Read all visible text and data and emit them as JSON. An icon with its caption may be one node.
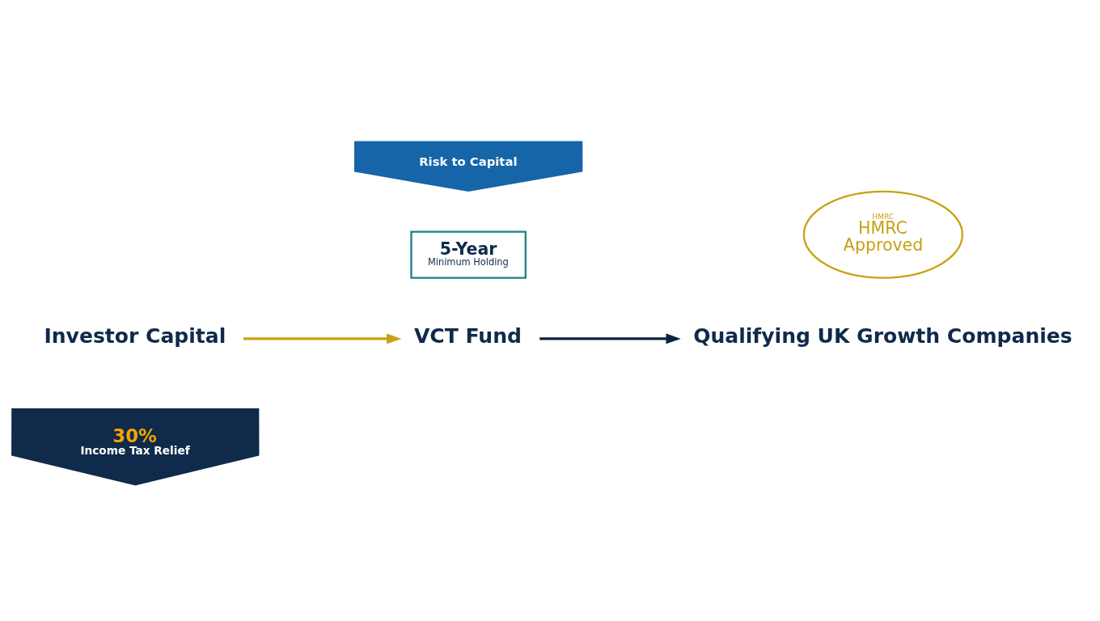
{
  "diagram": {
    "nodes": [
      {
        "text": [
          "30%",
          "Income Tax Relief"
        ]
      },
      {
        "text": [
          "Investor Capital"
        ]
      },
      {
        "text": [
          "5-Year",
          "Minimum Holding"
        ]
      },
      {
        "text": [
          "VCT Fund"
        ]
      },
      {
        "text": [
          "Risk to Capital"
        ]
      },
      {
        "text": [
          "HMRC",
          "HMRC",
          "Approved"
        ]
      },
      {
        "text": [
          "Qualifying UK Growth Companies"
        ]
      }
    ],
    "edges": [
      {
        "from": 1,
        "to": 3,
        "arrow": "to",
        "color": "#c8a013"
      },
      {
        "from": 3,
        "to": 6,
        "arrow": "to",
        "color": "#0d2240"
      }
    ]
  }
}
